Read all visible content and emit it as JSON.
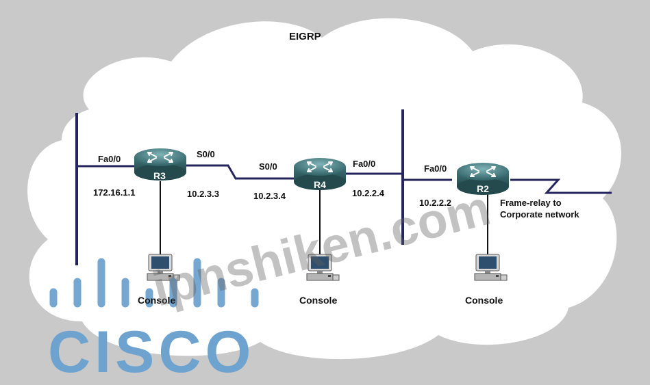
{
  "diagram": {
    "title": "EIGRP",
    "routers": [
      {
        "id": "r3",
        "name": "R3"
      },
      {
        "id": "r4",
        "name": "R4"
      },
      {
        "id": "r2",
        "name": "R2"
      }
    ],
    "labels": {
      "r3_fa": "Fa0/0",
      "r3_ip_fa": "172.16.1.1",
      "r3_s": "S0/0",
      "r3_ip_s": "10.2.3.3",
      "r4_s": "S0/0",
      "r4_ip_s": "10.2.3.4",
      "r4_fa": "Fa0/0",
      "r4_ip_fa": "10.2.2.4",
      "r2_fa": "Fa0/0",
      "r2_ip_fa": "10.2.2.2",
      "frame_relay_line1": "Frame-relay to",
      "frame_relay_line2": "Corporate network"
    },
    "consoles": [
      "Console",
      "Console",
      "Console"
    ]
  },
  "watermark": {
    "text": "ipnshiken.com",
    "logo_text": "CISCO",
    "logo_color": "#6fa3cf"
  },
  "colors": {
    "background": "#c9c9c9",
    "cloud": "#ffffff",
    "link": "#24245e",
    "router": "#4d8589"
  }
}
